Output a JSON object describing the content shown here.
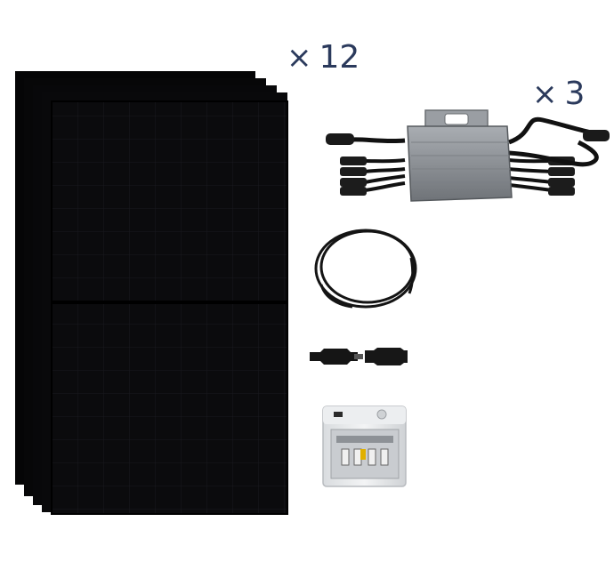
{
  "labels": {
    "panels_quantity": "12",
    "inverters_quantity": "3",
    "multiply_sign": "×"
  },
  "components": {
    "solar_panel": "solar-panel-stack",
    "microinverter": "microinverter",
    "cable": "cable-coil",
    "connector": "mc4-connector-pair",
    "protection_box": "ac-protection-box"
  },
  "colors": {
    "quantity_text": "#2b3a5c",
    "panel": "#0b0b0d",
    "inverter": "#8a8e93",
    "cable": "#111111",
    "box": "#e6e8eb"
  }
}
